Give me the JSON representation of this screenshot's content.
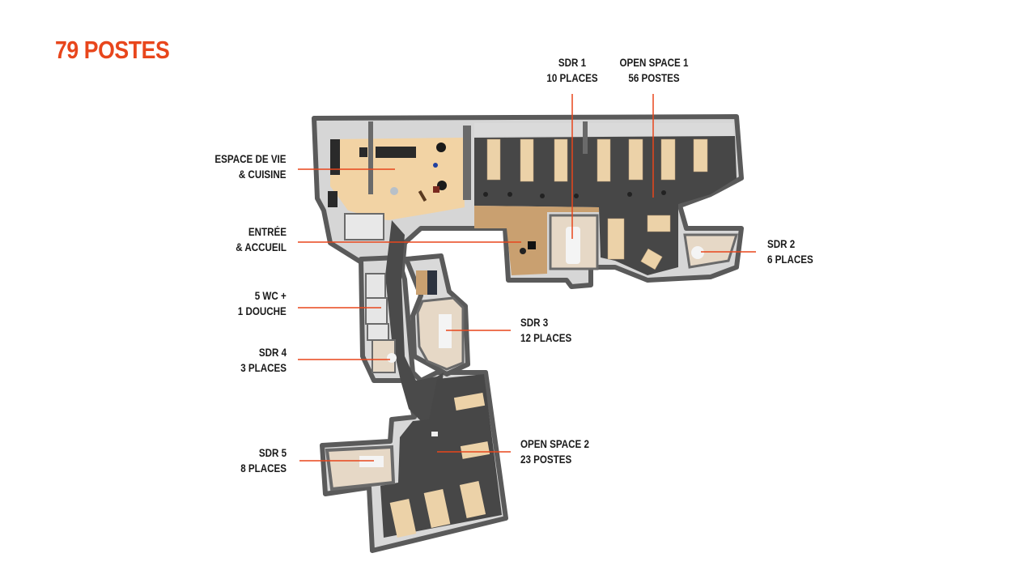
{
  "header": {
    "title": "79 POSTES"
  },
  "colors": {
    "accent": "#e8461c",
    "wall": "#5a5a5a",
    "carpet_dark": "#4a4a4a",
    "wood_light": "#f2d3a4",
    "wood_mid": "#c9a070",
    "meeting_floor": "#e6d8c6",
    "desk": "#ecd2a8",
    "wall_light": "#dcdcdc"
  },
  "labels": {
    "sdr1": {
      "line1": "SDR 1",
      "line2": "10 PLACES"
    },
    "open_space_1": {
      "line1": "OPEN SPACE 1",
      "line2": "56 POSTES"
    },
    "espace_vie": {
      "line1": "ESPACE DE VIE",
      "line2": "& CUISINE"
    },
    "entree": {
      "line1": "ENTRÉE",
      "line2": "& ACCUEIL"
    },
    "sdr2": {
      "line1": "SDR 2",
      "line2": "6 PLACES"
    },
    "wc": {
      "line1": "5 WC +",
      "line2": "1 DOUCHE"
    },
    "sdr3": {
      "line1": "SDR 3",
      "line2": "12 PLACES"
    },
    "sdr4": {
      "line1": "SDR 4",
      "line2": "3 PLACES"
    },
    "open_space_2": {
      "line1": "OPEN SPACE 2",
      "line2": "23 POSTES"
    },
    "sdr5": {
      "line1": "SDR 5",
      "line2": "8 PLACES"
    }
  }
}
